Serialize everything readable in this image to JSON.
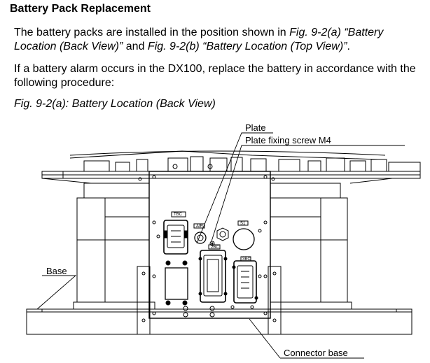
{
  "document": {
    "heading": "Battery Pack Replacement",
    "para1": {
      "t1": "The battery packs are installed in the position shown in ",
      "ref1": "Fig. 9-2(a) “Battery Location (Back View)”",
      "t2": " and ",
      "ref2": "Fig. 9-2(b) “Battery Location (Top View)”",
      "t3": "."
    },
    "para2": "If a battery alarm occurs in the DX100, replace the battery in accordance with the following procedure:",
    "caption": "Fig. 9-2(a):  Battery Location (Back View)"
  },
  "figure": {
    "callouts": {
      "plate": "Plate",
      "plate_screw": "Plate fixing screw M4",
      "base": "Base",
      "connector_base": "Connector base"
    },
    "tags": {
      "tbc": "TBC",
      "air": "AIR",
      "s1": "S1",
      "2bc": "2BC",
      "3bc": "3BC"
    }
  }
}
